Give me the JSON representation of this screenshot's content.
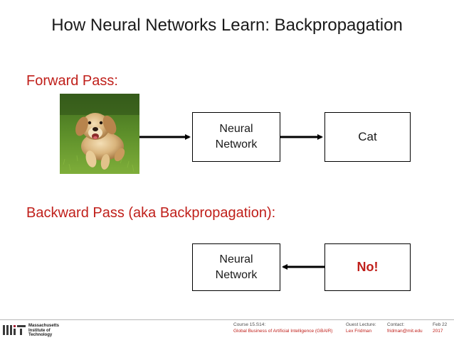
{
  "slide": {
    "title": "How Neural Networks Learn: Backpropagation"
  },
  "forward": {
    "label": "Forward Pass:",
    "network_line1": "Neural",
    "network_line2": "Network",
    "output": "Cat"
  },
  "backward": {
    "label": "Backward Pass (aka Backpropagation):",
    "network_line1": "Neural",
    "network_line2": "Network",
    "feedback": "No!"
  },
  "footer": {
    "course_line1": "Course 15.S14:",
    "course_line2": "Global Business of Artificial Intelligence (GBAIR)",
    "lecture_line1": "Guest Lecture:",
    "lecture_line2": "Lex Fridman",
    "contact_line1": "Contact:",
    "contact_line2": "fridman@mit.edu",
    "date_line1": "Feb 22",
    "date_line2": "2017",
    "institute_line1": "Massachusetts",
    "institute_line2": "Institute of",
    "institute_line3": "Technology"
  },
  "colors": {
    "accent_red": "#c0201b",
    "text": "#1a1a1a",
    "box_border": "#000000"
  },
  "icons": {
    "input_image": "puppy-photo",
    "logo": "mit-logo"
  }
}
